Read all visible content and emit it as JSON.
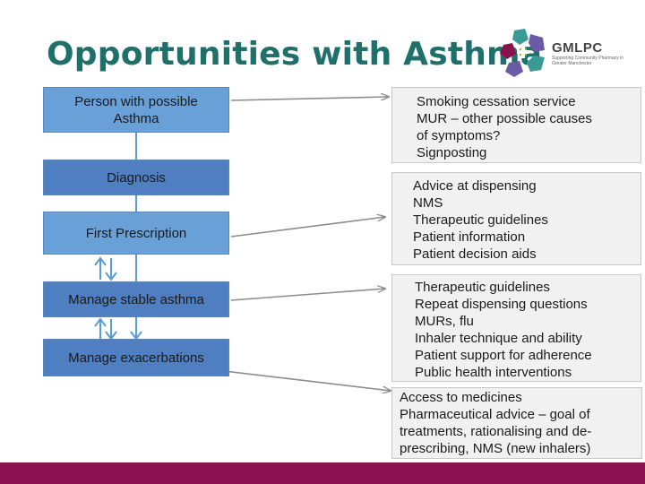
{
  "title": "Opportunities with Asthma",
  "logo": {
    "name": "GMLPC",
    "tagline": "Supporting Community Pharmacy in Greater Manchester"
  },
  "colors": {
    "title": "#1f6f6a",
    "box_light": "#6aa0d8",
    "box_dark": "#4f7fc0",
    "side_box": "#f1f1f1",
    "connector": "#8c8c8c",
    "feedback_arrow": "#5b9bd5",
    "footer_bar": "#8a1150"
  },
  "flow": [
    {
      "label": "Person with possible Asthma"
    },
    {
      "label": "Diagnosis"
    },
    {
      "label": "First Prescription"
    },
    {
      "label": "Manage stable asthma"
    },
    {
      "label": "Manage exacerbations"
    }
  ],
  "opportunities": [
    {
      "items": [
        "Smoking cessation service",
        "MUR – other possible causes",
        "of symptoms?",
        "Signposting"
      ]
    },
    {
      "items": [
        "Advice at dispensing",
        "NMS",
        "Therapeutic  guidelines",
        "Patient information",
        "Patient decision aids"
      ]
    },
    {
      "items": [
        "Therapeutic guidelines",
        "Repeat dispensing questions",
        "MURs, flu",
        "Inhaler technique and ability",
        "Patient support for adherence",
        "Public health interventions"
      ]
    },
    {
      "items": [
        "Access to medicines",
        "Pharmaceutical advice – goal of",
        "treatments, rationalising and de-",
        "prescribing, NMS (new inhalers)"
      ]
    }
  ]
}
